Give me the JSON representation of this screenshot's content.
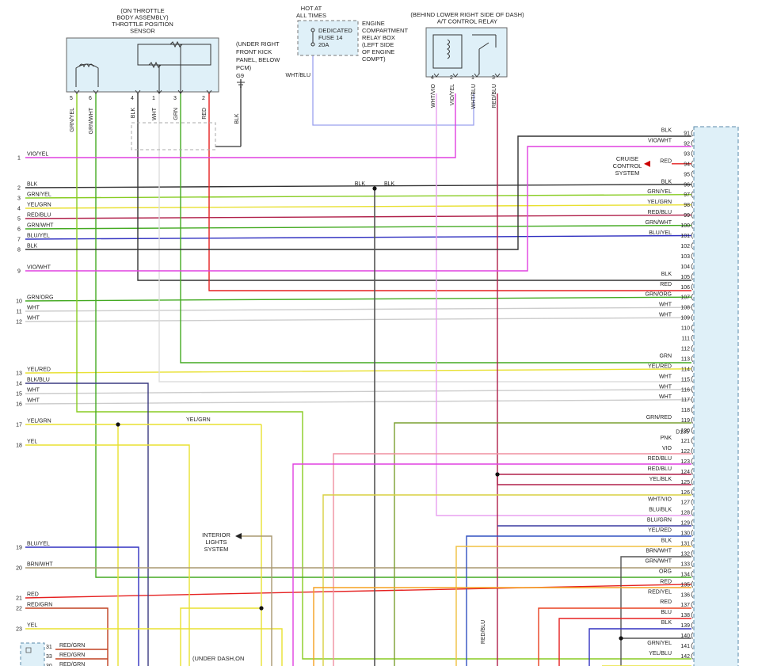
{
  "components": {
    "tps": {
      "title_lines": [
        "(ON THROTTLE",
        "BODY ASSEMBLY)",
        "THROTTLE POSITION",
        "SENSOR"
      ],
      "pins": [
        "5",
        "6",
        "4",
        "1",
        "3",
        "2"
      ],
      "wires": [
        "GRN/YEL",
        "GRN/WHT",
        "BLK",
        "WHT",
        "GRN",
        "RED"
      ]
    },
    "ground": {
      "label_lines": [
        "(UNDER RIGHT",
        "FRONT KICK",
        "PANEL, BELOW",
        "PCM)",
        "G9"
      ],
      "wire": "BLK"
    },
    "fuse": {
      "hot_lines": [
        "HOT AT",
        "ALL TIMES"
      ],
      "fuse_lines": [
        "DEDICATED",
        "FUSE 14",
        "20A"
      ],
      "box_lines": [
        "ENGINE",
        "COMPARTMENT",
        "RELAY BOX",
        "(LEFT SIDE",
        "OF ENGINE",
        "COMPT)"
      ],
      "wire": "WHT/BLU"
    },
    "relay": {
      "title_lines": [
        "(BEHIND LOWER RIGHT SIDE OF DASH)",
        "A/T CONTROL RELAY"
      ],
      "pins": [
        "4",
        "2",
        "1",
        "3"
      ],
      "wires": [
        "WHT/VIO",
        "VIO/YEL",
        "WHT/BLU",
        "RED/BLU"
      ]
    },
    "cruise": {
      "label_lines": [
        "CRUISE",
        "CONTROL",
        "SYSTEM"
      ],
      "wire": "RED"
    },
    "interior": {
      "label_lines": [
        "INTERIOR",
        "LIGHTS",
        "SYSTEM"
      ]
    },
    "connector_id": "D135",
    "bottom_label": "(UNDER DASH,ON",
    "splices": [
      "BLK",
      "BLK"
    ],
    "rel_vertical_label": "RED/BLU",
    "mid_label": "YEL/GRN"
  },
  "left_rows": [
    {
      "pin": "1",
      "color": "VIO/YEL"
    },
    {
      "pin": "2",
      "color": "BLK"
    },
    {
      "pin": "3",
      "color": "GRN/YEL"
    },
    {
      "pin": "4",
      "color": "YEL/GRN"
    },
    {
      "pin": "5",
      "color": "RED/BLU"
    },
    {
      "pin": "6",
      "color": "GRN/WHT"
    },
    {
      "pin": "7",
      "color": "BLU/YEL"
    },
    {
      "pin": "8",
      "color": "BLK"
    },
    {
      "pin": "9",
      "color": "VIO/WHT"
    },
    {
      "pin": "10",
      "color": "GRN/ORG"
    },
    {
      "pin": "11",
      "color": "WHT"
    },
    {
      "pin": "12",
      "color": "WHT"
    },
    {
      "pin": "13",
      "color": "YEL/RED"
    },
    {
      "pin": "14",
      "color": "BLK/BLU"
    },
    {
      "pin": "15",
      "color": "WHT"
    },
    {
      "pin": "16",
      "color": "WHT"
    },
    {
      "pin": "17",
      "color": "YEL/GRN"
    },
    {
      "pin": "18",
      "color": "YEL"
    },
    {
      "pin": "19",
      "color": "BLU/YEL"
    },
    {
      "pin": "20",
      "color": "BRN/WHT"
    },
    {
      "pin": "21",
      "color": "RED"
    },
    {
      "pin": "22",
      "color": "RED/GRN"
    },
    {
      "pin": "23",
      "color": "YEL"
    }
  ],
  "right_rows": [
    {
      "pin": "91",
      "color": "BLK"
    },
    {
      "pin": "92",
      "color": "VIO/WHT"
    },
    {
      "pin": "93",
      "color": ""
    },
    {
      "pin": "94",
      "color": "RED"
    },
    {
      "pin": "95",
      "color": ""
    },
    {
      "pin": "96",
      "color": "BLK"
    },
    {
      "pin": "97",
      "color": "GRN/YEL"
    },
    {
      "pin": "98",
      "color": "YEL/GRN"
    },
    {
      "pin": "99",
      "color": "RED/BLU"
    },
    {
      "pin": "100",
      "color": "GRN/WHT"
    },
    {
      "pin": "101",
      "color": "BLU/YEL"
    },
    {
      "pin": "102",
      "color": ""
    },
    {
      "pin": "103",
      "color": ""
    },
    {
      "pin": "104",
      "color": ""
    },
    {
      "pin": "105",
      "color": "BLK"
    },
    {
      "pin": "106",
      "color": "RED"
    },
    {
      "pin": "107",
      "color": "GRN/ORG"
    },
    {
      "pin": "108",
      "color": "WHT"
    },
    {
      "pin": "109",
      "color": "WHT"
    },
    {
      "pin": "110",
      "color": ""
    },
    {
      "pin": "111",
      "color": ""
    },
    {
      "pin": "112",
      "color": ""
    },
    {
      "pin": "113",
      "color": "GRN"
    },
    {
      "pin": "114",
      "color": "YEL/RED"
    },
    {
      "pin": "115",
      "color": "WHT"
    },
    {
      "pin": "116",
      "color": "WHT"
    },
    {
      "pin": "117",
      "color": "WHT"
    },
    {
      "pin": "118",
      "color": ""
    },
    {
      "pin": "119",
      "color": "GRN/RED"
    },
    {
      "pin": "120",
      "color": ""
    },
    {
      "pin": "121",
      "color": "PNK"
    },
    {
      "pin": "122",
      "color": "VIO"
    },
    {
      "pin": "123",
      "color": "RED/BLU"
    },
    {
      "pin": "124",
      "color": "RED/BLU"
    },
    {
      "pin": "125",
      "color": "YEL/BLK"
    },
    {
      "pin": "126",
      "color": ""
    },
    {
      "pin": "127",
      "color": "WHT/VIO"
    },
    {
      "pin": "128",
      "color": "BLU/BLK"
    },
    {
      "pin": "129",
      "color": "BLU/GRN"
    },
    {
      "pin": "130",
      "color": "YEL/RED"
    },
    {
      "pin": "131",
      "color": "BLK"
    },
    {
      "pin": "132",
      "color": "BRN/WHT"
    },
    {
      "pin": "133",
      "color": "GRN/WHT"
    },
    {
      "pin": "134",
      "color": "ORG"
    },
    {
      "pin": "135",
      "color": "RED"
    },
    {
      "pin": "136",
      "color": "RED/YEL"
    },
    {
      "pin": "137",
      "color": "RED"
    },
    {
      "pin": "138",
      "color": "BLU"
    },
    {
      "pin": "139",
      "color": "BLK"
    },
    {
      "pin": "140",
      "color": ""
    },
    {
      "pin": "141",
      "color": "GRN/YEL"
    },
    {
      "pin": "142",
      "color": "YEL/BLU"
    }
  ],
  "bottom_connector": [
    {
      "pin": "31",
      "color": "RED/GRN"
    },
    {
      "pin": "33",
      "color": "RED/GRN"
    },
    {
      "pin": "30",
      "color": "RED/GRN"
    }
  ],
  "palette": {
    "VIO": "#e040e0",
    "BLK": "#333333",
    "GRN": "#44aa22",
    "GRN/YEL": "#88cc22",
    "YEL": "#e8e030",
    "RED": "#e52020",
    "RED/BLU": "#b0204a",
    "BLU": "#3030c0",
    "WHT": "#cccccc",
    "ORG": "#f5a020",
    "PNK": "#f090a0",
    "BRN": "#9a8660",
    "connector_fill": "#dff0f8",
    "connector_dash": "#5a8aaa"
  }
}
